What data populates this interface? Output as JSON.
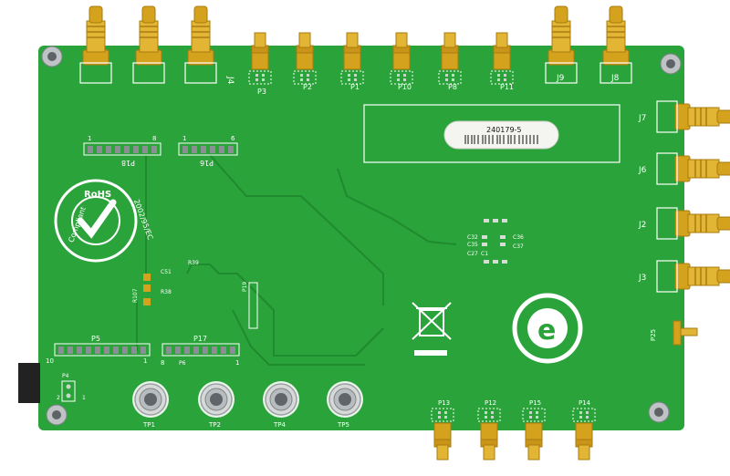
{
  "colors": {
    "pcb_green": "#2aa33a",
    "pcb_dark": "#1f8a2e",
    "gold": "#d4a21c",
    "gold_dark": "#a97c10",
    "silk": "#ffffff",
    "background": "#ffffff"
  },
  "board": {
    "sma_top": [
      "J4",
      "J9",
      "J8"
    ],
    "headers_top": [
      "P3",
      "P2",
      "P1",
      "P10",
      "P8",
      "P11"
    ],
    "sma_right": [
      "J7",
      "J6",
      "J2",
      "J3"
    ],
    "connector_right_small": "P25",
    "label_barcode": "240179-5",
    "header_p18": {
      "label": "P18",
      "pin_left": "1",
      "pin_right": "8"
    },
    "header_p16": {
      "label": "P16",
      "pin_left": "1",
      "pin_right": "6"
    },
    "header_p5": {
      "label": "P5",
      "pin_left": "10",
      "pin_right": "1"
    },
    "header_p17": {
      "label": "P17",
      "pin_left": "8",
      "pin_right": "1"
    },
    "header_p4": {
      "label": "P4",
      "pin_a": "2",
      "pin_b": "1"
    },
    "header_p6": "P6",
    "test_points": [
      "TP1",
      "TP2",
      "TP4",
      "TP5"
    ],
    "headers_bottom": [
      "P13",
      "P12",
      "P15",
      "P14"
    ],
    "parts": [
      "C51",
      "R39",
      "R38",
      "R107",
      "P19",
      "C32",
      "C35",
      "C36",
      "C37",
      "C27",
      "C1"
    ],
    "rohs": {
      "top": "RoHS",
      "left": "Compliant",
      "right": "2002/95/EC"
    },
    "icons": [
      "weee-bin-icon",
      "e-recycle-icon",
      "rohs-check-icon",
      "mounting-hole-icon"
    ]
  }
}
